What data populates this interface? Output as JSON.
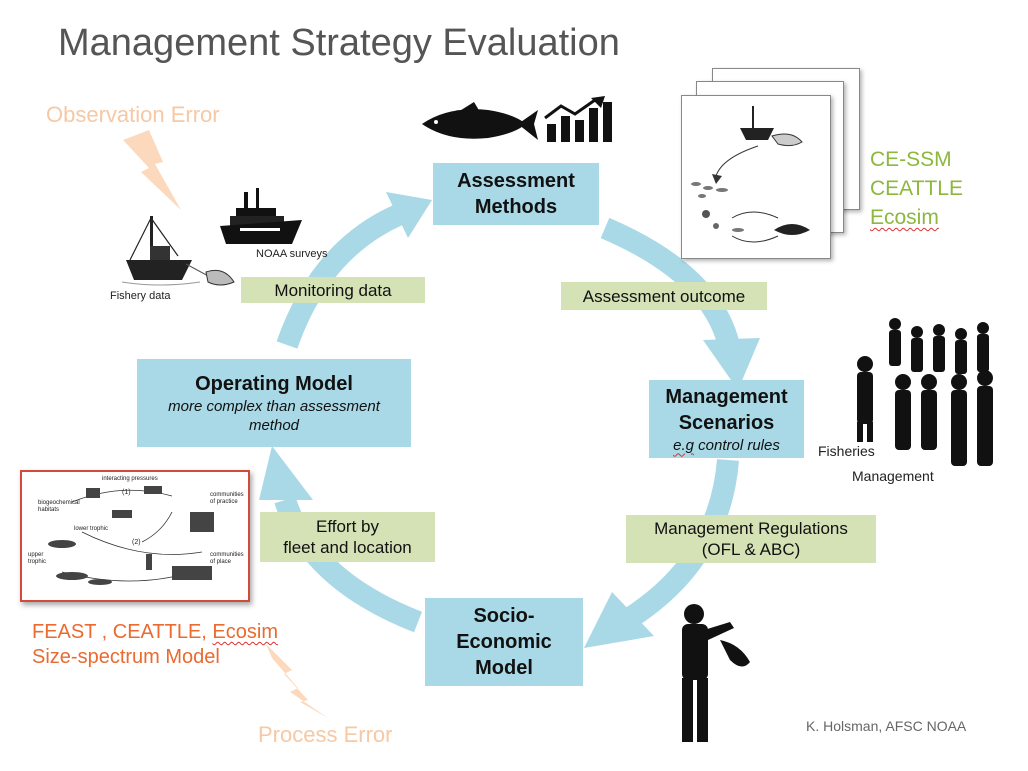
{
  "title": "Management Strategy Evaluation",
  "nodes": {
    "assessment": {
      "line1": "Assessment",
      "line2": "Methods"
    },
    "management": {
      "line1": "Management",
      "line2": "Scenarios",
      "sub_prefix": "e.g",
      "sub_rest": " control rules"
    },
    "socio": {
      "line1": "Socio-",
      "line2": "Economic",
      "line3": "Model"
    },
    "operating": {
      "line1": "Operating Model",
      "sub": "more complex than assessment method"
    }
  },
  "flows": {
    "monitoring": "Monitoring data",
    "assessment_outcome": "Assessment outcome",
    "regulations_line1": "Management Regulations",
    "regulations_line2": "(OFL & ABC)",
    "effort_line1": "Effort by",
    "effort_line2": "fleet and location"
  },
  "errors": {
    "observation": "Observation Error",
    "process": "Process Error"
  },
  "models_top": {
    "line1": "CE-SSM",
    "line2": "CEATTLE",
    "line3": "Ecosim"
  },
  "models_bottom": {
    "line1_prefix": "FEAST , CEATTLE, ",
    "line1_flag": "Ecosim",
    "line2": "Size-spectrum Model"
  },
  "image_labels": {
    "noaa": "NOAA surveys",
    "fishery": "Fishery data",
    "fisheries": "Fisheries",
    "management": "Management"
  },
  "feast_labels": {
    "header": "interacting pressures",
    "biogeo": "biogeochemical",
    "habitats": "habitats",
    "lower": "lower trophic",
    "upper": "upper",
    "trophic": "trophic",
    "cop1": "communities",
    "cop2": "of practice",
    "copl1": "communities",
    "copl2": "of place",
    "n1": "(1)",
    "n2": "(2)"
  },
  "credit": "K. Holsman, AFSC NOAA",
  "colors": {
    "box_fill": "#a9d9e6",
    "arrow": "#a9d9e6",
    "label_fill": "#d4e2b6",
    "title": "#555555",
    "error_text": "#f6c8a4",
    "models_green": "#8cb83e",
    "models_orange": "#ea6a2f",
    "feast_border": "#d34a3c"
  }
}
